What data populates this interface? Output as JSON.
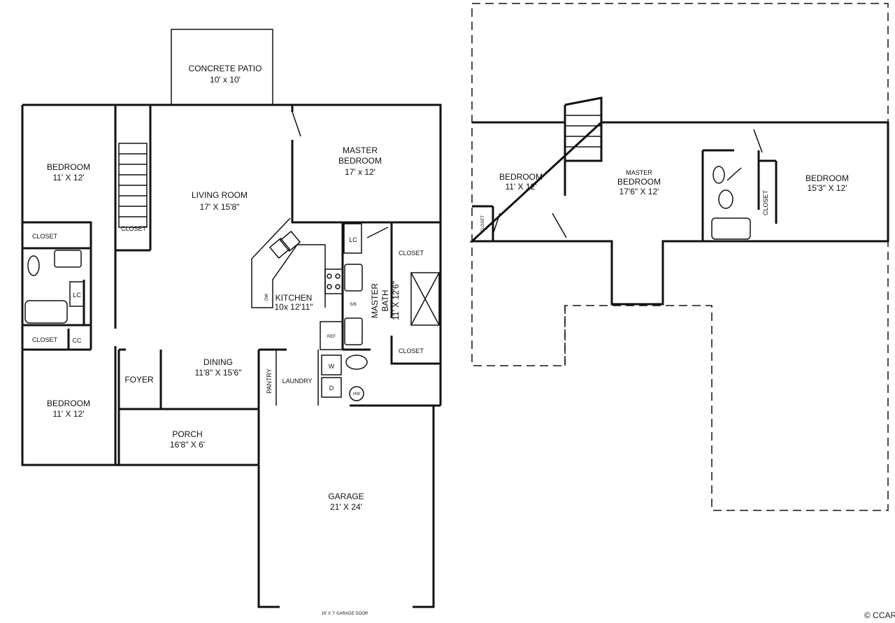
{
  "main_floor": {
    "patio": {
      "name": "CONCRETE PATIO",
      "size": "10' x 10'"
    },
    "bedroom_left_top": {
      "name": "BEDROOM",
      "size": "11' X 12'"
    },
    "bedroom_left_bottom": {
      "name": "BEDROOM",
      "size": "11' X 12'"
    },
    "living_room": {
      "name": "LIVING ROOM",
      "size": "17' X 15'8\""
    },
    "master_bedroom": {
      "name": "MASTER BEDROOM",
      "line1": "MASTER",
      "line2": "BEDROOM",
      "size": "17' x 12'"
    },
    "kitchen": {
      "name": "KITCHEN",
      "size": "10x 12'11\""
    },
    "master_bath": {
      "line1": "MASTER",
      "line2": "BATH",
      "size": "11' X 12'6\""
    },
    "dining": {
      "name": "DINING",
      "size": "11'8\" X 15'6\""
    },
    "foyer": "FOYER",
    "porch": {
      "name": "PORCH",
      "size": "16'8\" X 6'"
    },
    "laundry": "LAUNDRY",
    "pantry": "PANTRY",
    "garage": {
      "name": "GARAGE",
      "size": "21' X 24'"
    },
    "garage_door": "16' X 7' GARAGE DOOR",
    "closets": [
      "CLOSET",
      "CLOSET",
      "CLOSET",
      "CLOSET",
      "CLOSET"
    ],
    "linen_closets": [
      "LC",
      "LC"
    ],
    "coat_closet": "CC",
    "appliances": {
      "dishwasher": "DW",
      "refrigerator": "REF",
      "water_heater": "HW",
      "washer": "W",
      "dryer": "D",
      "storage": "S/B"
    }
  },
  "upper_floor": {
    "bedroom_left": {
      "name": "BEDROOM",
      "size": "11' X 12'"
    },
    "master_bedroom": {
      "line1": "MASTER",
      "line2": "BEDROOM",
      "size": "17'6\" X 12'"
    },
    "bedroom_right": {
      "name": "BEDROOM",
      "size": "15'3\" X 12'"
    },
    "closets": [
      "CLOSET",
      "CLOSET"
    ]
  },
  "copyright": "© CCAR"
}
